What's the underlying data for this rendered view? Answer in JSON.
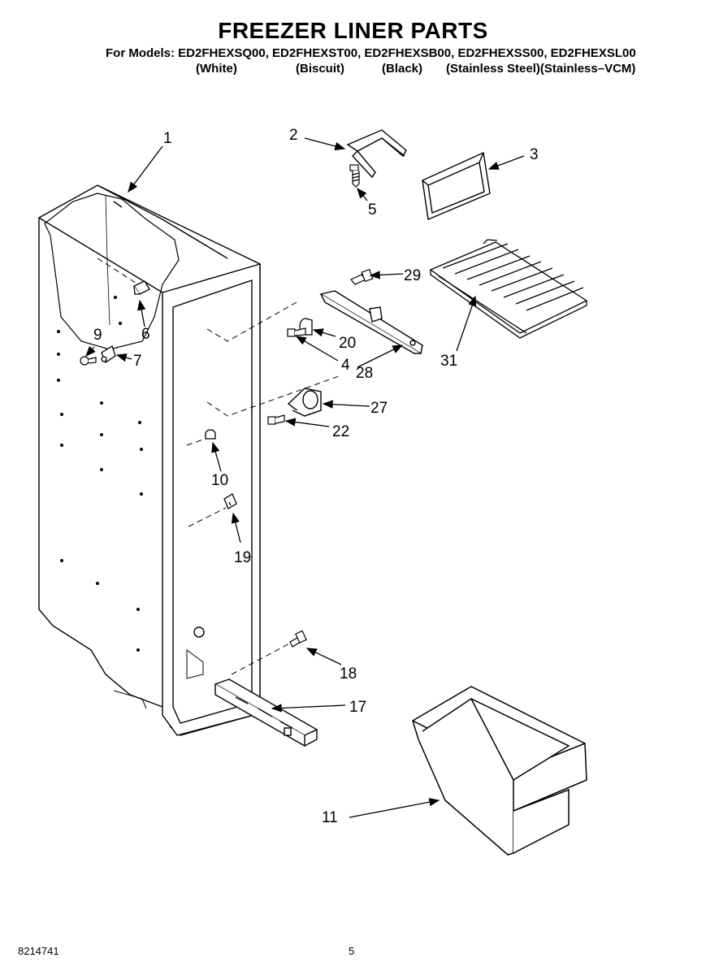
{
  "header": {
    "title": "FREEZER LINER PARTS",
    "models_line": "For Models: ED2FHEXSQ00, ED2FHEXST00, ED2FHEXSB00, ED2FHEXSS00, ED2FHEXSL00",
    "colors": [
      "(White)",
      "(Biscuit)",
      "(Black)",
      "(Stainless Steel)(Stainless–VCM)"
    ]
  },
  "callouts": {
    "c1": "1",
    "c2": "2",
    "c3": "3",
    "c4": "4",
    "c5": "5",
    "c6": "6",
    "c7": "7",
    "c9": "9",
    "c10": "10",
    "c11": "11",
    "c17": "17",
    "c18": "18",
    "c19": "19",
    "c20": "20",
    "c22": "22",
    "c27": "27",
    "c28": "28",
    "c29": "29",
    "c31": "31"
  },
  "footer": {
    "doc_number": "8214741",
    "page": "5"
  }
}
